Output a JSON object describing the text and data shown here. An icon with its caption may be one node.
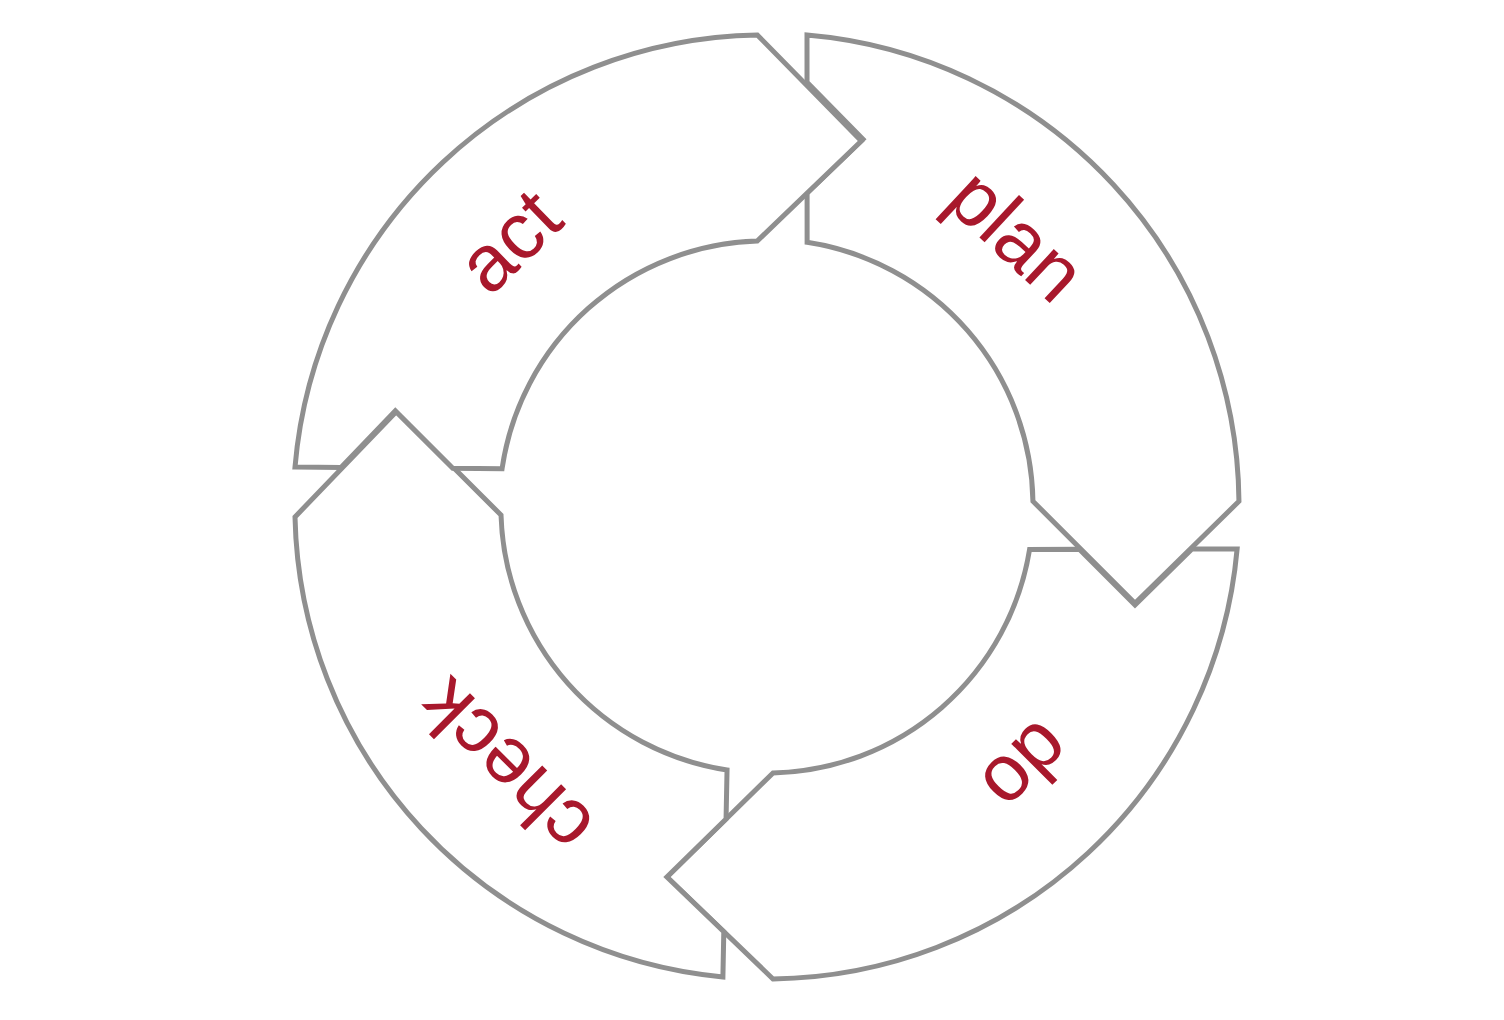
{
  "diagram": {
    "nodes": [
      {
        "text": [
          "plan"
        ]
      },
      {
        "text": [
          "do"
        ]
      },
      {
        "text": [
          "check"
        ]
      },
      {
        "text": [
          "act"
        ]
      }
    ]
  }
}
